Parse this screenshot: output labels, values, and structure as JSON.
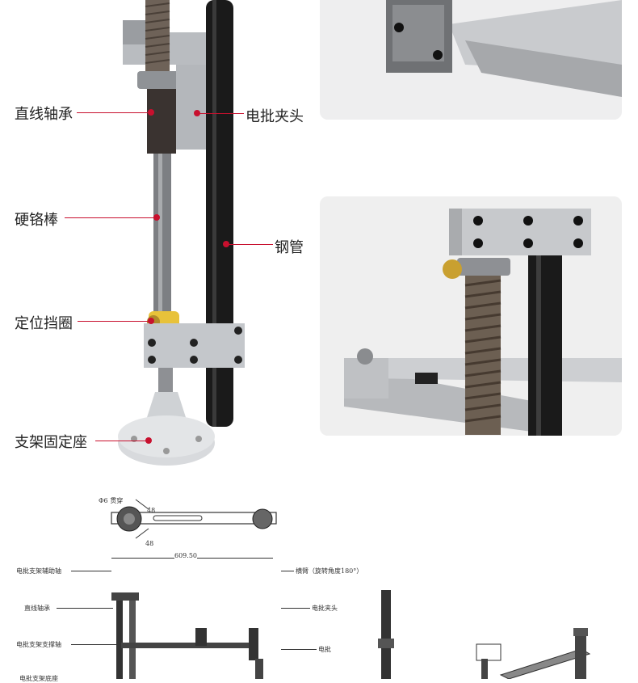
{
  "callouts": {
    "linear_bearing": "直线轴承",
    "screwdriver_clamp": "电批夹头",
    "chrome_rod": "硬铬棒",
    "steel_tube": "钢管",
    "positioning_ring": "定位挡圈",
    "stand_base": "支架固定座"
  },
  "drawing": {
    "hole_label": "Φ6 贯穿",
    "dim_1": "48",
    "dim_2": "48",
    "width_dim": "609.50",
    "aux_shaft": "电批支架辅助轴",
    "linear_bearing": "直线轴承",
    "support_shaft": "电批支架支撑轴",
    "bottom_cut": "电批支架底座",
    "arm": "横臂（旋转角度180°）",
    "clamp": "电批夹头",
    "screwdriver": "电批"
  }
}
